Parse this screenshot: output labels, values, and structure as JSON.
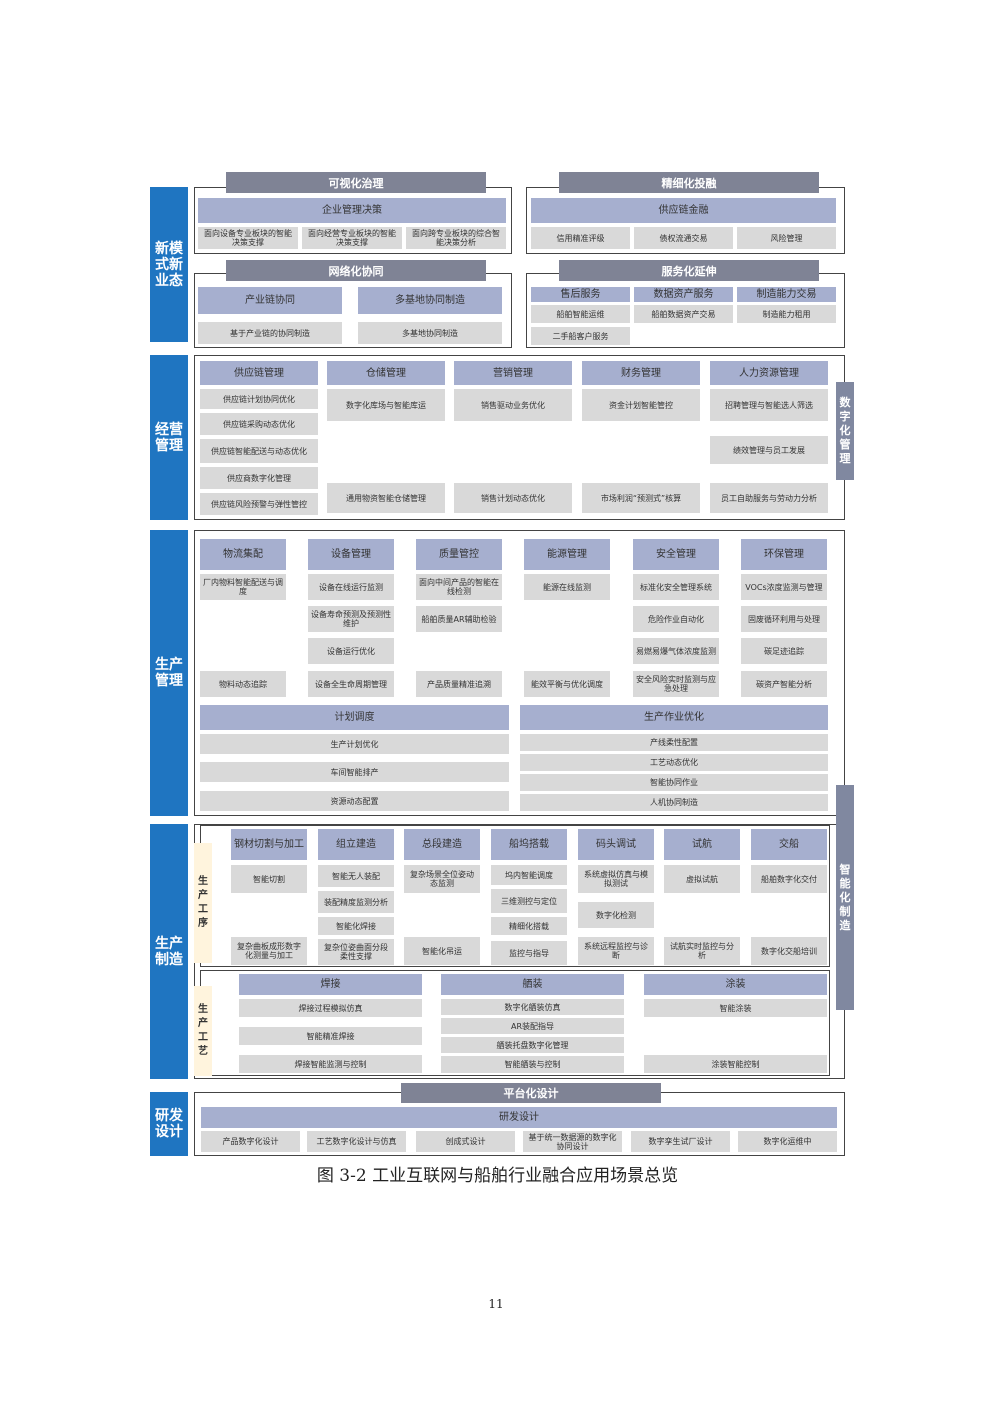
{
  "sections": {
    "new_model": "新模式新业态",
    "operation": "经营管理",
    "production_mgmt": "生产管理",
    "production_mfg": "生产制造",
    "rnd": "研发设计"
  },
  "side_tabs": {
    "digital_mgmt": "数字化管理",
    "smart_mfg": "智能化制造"
  },
  "new_model": {
    "visual_governance": {
      "band": "可视化治理",
      "header": "企业管理决策",
      "items": [
        "面向设备专业板块的智能决策支撑",
        "面向经营专业板块的智能决策支撑",
        "面向跨专业板块的综合智能决策分析"
      ]
    },
    "fine_finance": {
      "band": "精细化投融",
      "header": "供应链金融",
      "items": [
        "信用精准评级",
        "债权流通交易",
        "风险管理"
      ]
    },
    "network_collab": {
      "band": "网络化协同",
      "headers": [
        "产业链协同",
        "多基地协同制造"
      ],
      "items": [
        "基于产业链的协同制造",
        "多基地协同制造"
      ]
    },
    "service_ext": {
      "band": "服务化延伸",
      "headers": [
        "售后服务",
        "数据资产服务",
        "制造能力交易"
      ],
      "items": [
        "船舶智能运维",
        "船舶数据资产交易",
        "制造能力租用",
        "二手船客户服务"
      ]
    }
  },
  "operation": {
    "supply": {
      "header": "供应链管理",
      "items": [
        "供应链计划协同优化",
        "供应链采购动态优化",
        "供应链智能配送与动态优化",
        "供应商数字化管理",
        "供应链风险预警与弹性管控"
      ]
    },
    "warehouse": {
      "header": "仓储管理",
      "items": [
        "数字化库场与智能库运",
        "通用物资智能仓储管理"
      ]
    },
    "marketing": {
      "header": "营销管理",
      "items": [
        "销售驱动业务优化",
        "销售计划动态优化"
      ]
    },
    "finance": {
      "header": "财务管理",
      "items": [
        "资金计划智能管控",
        "市场利润“预测式”核算"
      ]
    },
    "hr": {
      "header": "人力资源管理",
      "items": [
        "招聘管理与智能选人筛选",
        "绩效管理与员工发展",
        "员工自助服务与劳动力分析"
      ]
    }
  },
  "production_mgmt": {
    "logistics": {
      "header": "物流集配",
      "items": [
        "厂内物料智能配送与调度",
        "物料动态追踪"
      ]
    },
    "equipment": {
      "header": "设备管理",
      "items": [
        "设备在线运行监测",
        "设备寿命预测及预测性维护",
        "设备运行优化",
        "设备全生命周期管理"
      ]
    },
    "quality": {
      "header": "质量管控",
      "items": [
        "面向中间产品的智能在线检测",
        "船舶质量AR辅助检验",
        "产品质量精准追溯"
      ]
    },
    "energy": {
      "header": "能源管理",
      "items": [
        "能源在线监测",
        "能效平衡与优化调度"
      ]
    },
    "safety": {
      "header": "安全管理",
      "items": [
        "标准化安全管理系统",
        "危险作业自动化",
        "易燃易爆气体浓度监测",
        "安全风险实时监测与应急处理"
      ]
    },
    "env": {
      "header": "环保管理",
      "items": [
        "VOCs浓度监测与管理",
        "固废循环利用与处理",
        "碳足迹追踪",
        "碳资产智能分析"
      ]
    },
    "planning": {
      "header": "计划调度",
      "items": [
        "生产计划优化",
        "车间智能排产",
        "资源动态配置"
      ]
    },
    "operation_opt": {
      "header": "生产作业优化",
      "items": [
        "产线柔性配置",
        "工艺动态优化",
        "智能协同作业",
        "人机协同制造"
      ]
    }
  },
  "production_mfg": {
    "process_label": "生产工序",
    "craft_label": "生产工艺",
    "steel": {
      "header": "钢材切割与加工",
      "items": [
        "智能切割",
        "复杂曲板成形数字化测量与加工"
      ]
    },
    "assembly": {
      "header": "组立建造",
      "items": [
        "智能无人装配",
        "装配精度监测分析",
        "智能化焊接",
        "复杂位姿曲面分段柔性支撑"
      ]
    },
    "block": {
      "header": "总段建造",
      "items": [
        "复杂场景全位姿动态监测",
        "智能化吊运"
      ]
    },
    "dock": {
      "header": "船坞搭载",
      "items": [
        "坞内智能调度",
        "三维测控与定位",
        "精细化搭载",
        "监控与指导"
      ]
    },
    "commission": {
      "header": "码头调试",
      "items": [
        "系统虚拟仿真与模拟测试",
        "数字化检测",
        "系统远程监控与诊断"
      ]
    },
    "trial": {
      "header": "试航",
      "items": [
        "虚拟试航",
        "试航实时监控与分析"
      ]
    },
    "delivery": {
      "header": "交船",
      "items": [
        "船舶数字化交付",
        "数字化交船培训"
      ]
    },
    "welding": {
      "header": "焊接",
      "items": [
        "焊接过程模拟仿真",
        "智能精准焊接",
        "焊接智能监测与控制"
      ]
    },
    "outfitting": {
      "header": "舾装",
      "items": [
        "数字化舾装仿真",
        "AR装配指导",
        "舾装托盘数字化管理",
        "智能舾装与控制"
      ]
    },
    "coating": {
      "header": "涂装",
      "items": [
        "智能涂装",
        "涂装智能控制"
      ]
    }
  },
  "rnd": {
    "band": "平台化设计",
    "header": "研发设计",
    "items": [
      "产品数字化设计",
      "工艺数字化设计与仿真",
      "创成式设计",
      "基于统一数据源的数字化协同设计",
      "数字孪生试厂设计",
      "数字化运维中"
    ]
  },
  "caption": "图 3-2 工业互联网与船舶行业融合应用场景总览",
  "page_number": "11",
  "colors": {
    "blue": "#1f75c1",
    "band": "#7f8395",
    "header": "#a6afcf",
    "item": "#d9d9d9"
  }
}
